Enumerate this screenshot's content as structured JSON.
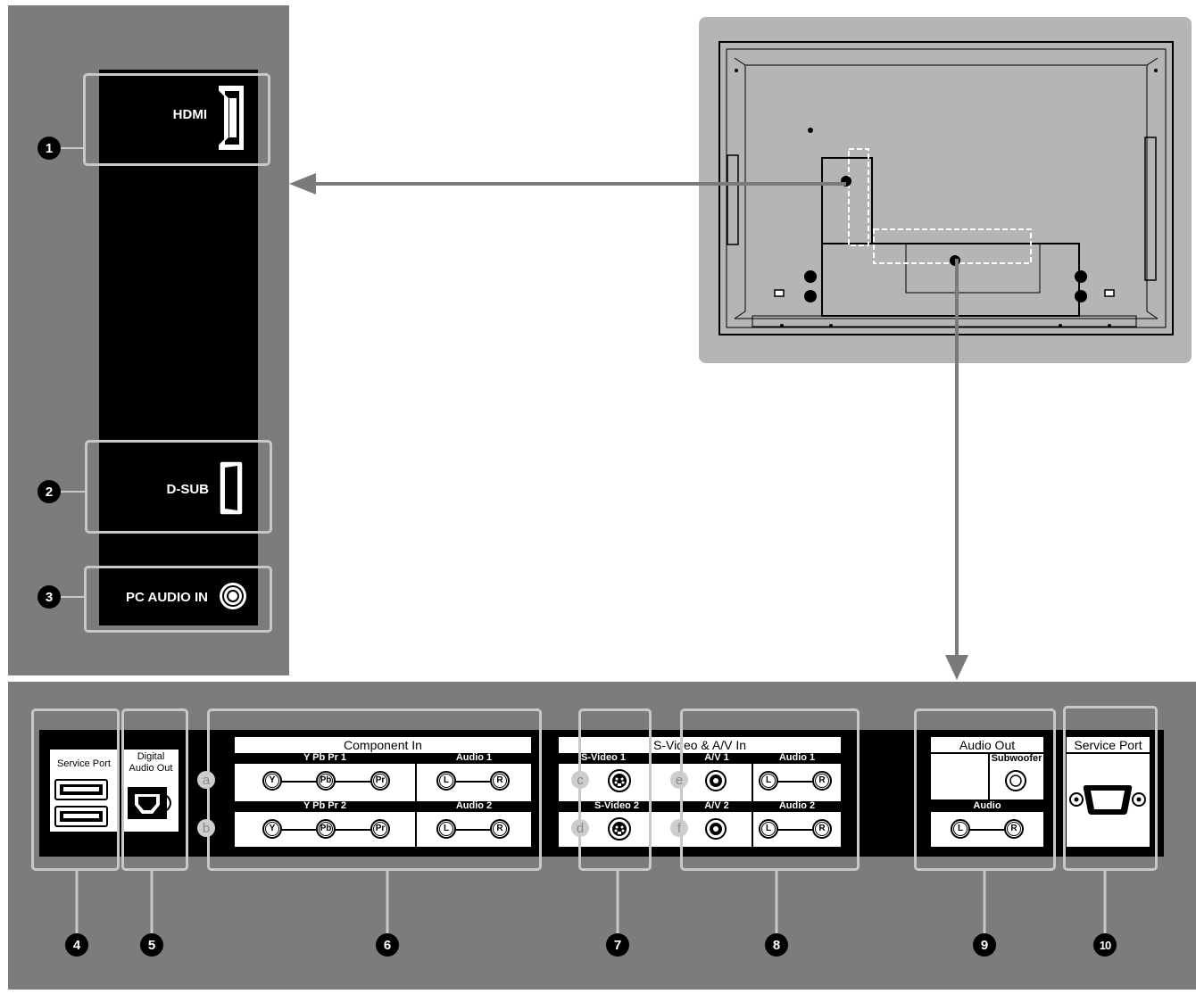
{
  "side_panel": {
    "hdmi_label": "HDMI",
    "dsub_label": "D-SUB",
    "pc_audio_label": "PC AUDIO IN",
    "callouts": [
      "1",
      "2",
      "3"
    ]
  },
  "bottom_panel": {
    "service_port_left": "Service Port",
    "digital_audio_out": "Digital\nAudio Out",
    "component_in": {
      "title": "Component  In",
      "row1_label": "Y Pb Pr  1",
      "row2_label": "Y Pb Pr  2",
      "audio1": "Audio 1",
      "audio2": "Audio 2",
      "jack_y": "Y",
      "jack_pb": "Pb",
      "jack_pr": "Pr",
      "jack_l": "L",
      "jack_r": "R"
    },
    "svideo_av": {
      "title": "S-Video & A/V In",
      "svideo1": "S-Video 1",
      "svideo2": "S-Video 2",
      "av1": "A/V 1",
      "av2": "A/V 2",
      "audio1": "Audio 1",
      "audio2": "Audio 2"
    },
    "audio_out": {
      "title": "Audio Out",
      "subwoofer": "Subwoofer",
      "audio": "Audio"
    },
    "service_port_right": "Service Port",
    "sub_letters": [
      "a",
      "b",
      "c",
      "d",
      "e",
      "f"
    ],
    "callouts": [
      "4",
      "5",
      "6",
      "7",
      "8",
      "9",
      "10"
    ]
  },
  "colors": {
    "panel_gray": "#7c7c7c",
    "highlight": "#c8c8c8",
    "tv_bg": "#b5b5b5",
    "arrow": "#7a7a7a"
  }
}
